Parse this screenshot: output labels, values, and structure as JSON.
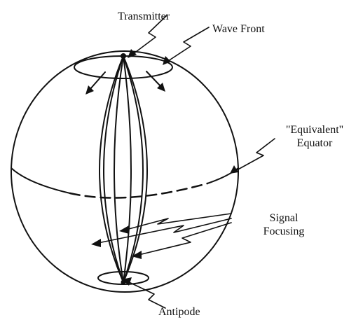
{
  "labels": {
    "transmitter": "Transmitter",
    "wave_front": "Wave Front",
    "equivalent_line1": "\"Equivalent\"",
    "equivalent_line2": "Equator",
    "signal_line1": "Signal",
    "signal_line2": "Focusing",
    "antipode": "Antipode"
  },
  "colors": {
    "stroke": "#111111",
    "background": "#ffffff"
  }
}
